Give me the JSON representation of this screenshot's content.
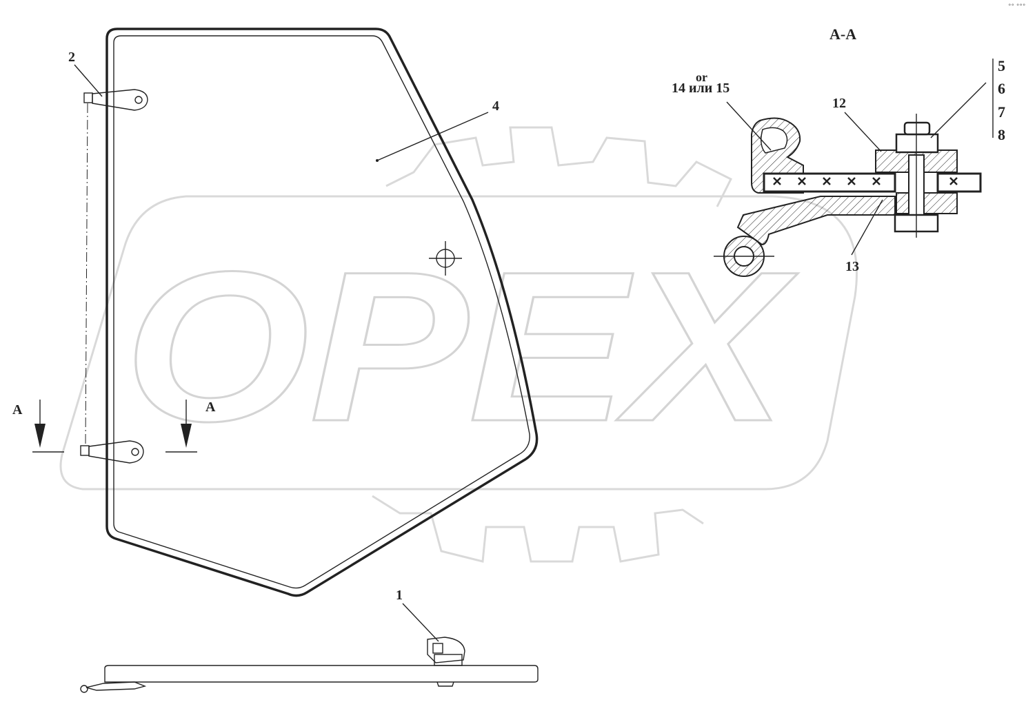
{
  "watermark": {
    "text": "OPEX",
    "color": "#d9d9d9"
  },
  "section": {
    "title": "A-A"
  },
  "cut_marks": {
    "left": "A",
    "right": "A"
  },
  "callouts": {
    "p1": "1",
    "p2": "2",
    "p4": "4",
    "p12": "12",
    "p13": "13",
    "alt_prefix": "or",
    "alt_parts": "14 или 15",
    "stack": [
      "5",
      "6",
      "7",
      "8"
    ]
  },
  "corner_mark": "°° °°°"
}
